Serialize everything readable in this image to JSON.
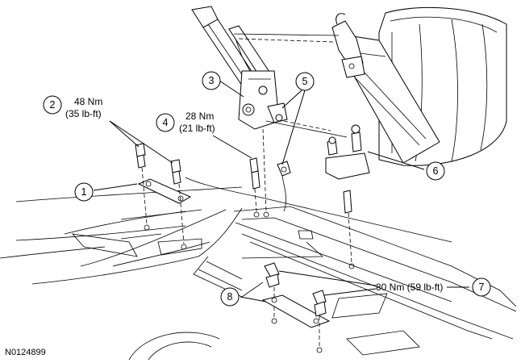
{
  "figure_id": "N0124899",
  "callouts": [
    {
      "number": "1"
    },
    {
      "number": "2",
      "torque_nm": "48 Nm",
      "torque_lbft": "(35 lb-ft)"
    },
    {
      "number": "3"
    },
    {
      "number": "4",
      "torque_nm": "28 Nm",
      "torque_lbft": "(21 lb-ft)"
    },
    {
      "number": "5"
    },
    {
      "number": "6"
    },
    {
      "number": "7",
      "torque": "80 Nm (59 lb-ft)"
    },
    {
      "number": "8"
    }
  ]
}
